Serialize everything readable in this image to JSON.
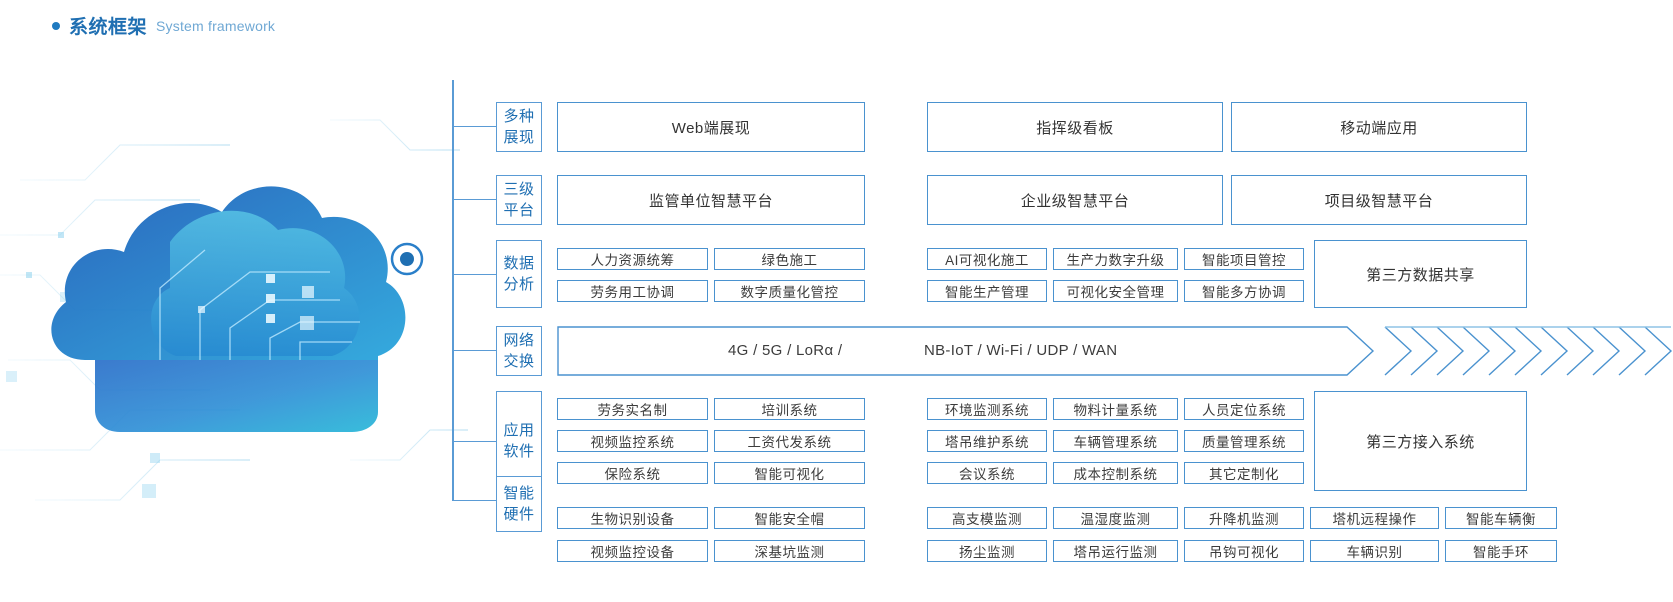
{
  "heading": {
    "zh": "系统框架",
    "en": "System framework",
    "bullet": "bullet-dot",
    "accent": "#1f6fb2"
  },
  "colors": {
    "accent": "#1f6fb2",
    "border": "#4a92cf",
    "spine": "#5a9bd5",
    "text": "#3c3c3c"
  },
  "rows": [
    {
      "id": "presentation",
      "category": "多种\n展现",
      "cat_line1": "多种",
      "cat_line2": "展现",
      "boxes": [
        "Web端展现",
        "指挥级看板",
        "移动端应用"
      ]
    },
    {
      "id": "three-tier-platform",
      "cat_line1": "三级",
      "cat_line2": "平台",
      "boxes": [
        "监管单位智慧平台",
        "企业级智慧平台",
        "项目级智慧平台"
      ]
    },
    {
      "id": "data-analysis",
      "cat_line1": "数据",
      "cat_line2": "分析",
      "left_grid": [
        [
          "人力资源统筹",
          "绿色施工"
        ],
        [
          "劳务用工协调",
          "数字质量化管控"
        ]
      ],
      "right_grid": [
        [
          "AI可视化施工",
          "生产力数字升级",
          "智能项目管控"
        ],
        [
          "智能生产管理",
          "可视化安全管理",
          "智能多方协调"
        ]
      ],
      "tail_box": "第三方数据共享"
    },
    {
      "id": "network-exchange",
      "cat_line1": "网络",
      "cat_line2": "交换",
      "net_text_left": "4G / 5G / LoRα /",
      "net_text_right": "NB-IoT / Wi-Fi / UDP / WAN",
      "chevron_count": 11
    },
    {
      "id": "application-software",
      "cat_line1": "应用",
      "cat_line2": "软件",
      "left_grid": [
        [
          "劳务实名制",
          "培训系统"
        ],
        [
          "视频监控系统",
          "工资代发系统"
        ],
        [
          "保险系统",
          "智能可视化"
        ]
      ],
      "right_grid": [
        [
          "环境监测系统",
          "物料计量系统",
          "人员定位系统"
        ],
        [
          "塔吊维护系统",
          "车辆管理系统",
          "质量管理系统"
        ],
        [
          "会议系统",
          "成本控制系统",
          "其它定制化"
        ]
      ],
      "tail_box": "第三方接入系统"
    },
    {
      "id": "smart-hardware",
      "cat_line1": "智能",
      "cat_line2": "硬件",
      "left_grid": [
        [
          "生物识别设备",
          "智能安全帽"
        ],
        [
          "视频监控设备",
          "深基坑监测"
        ]
      ],
      "right_grid": [
        [
          "高支模监测",
          "温湿度监测",
          "升降机监测",
          "塔机远程操作",
          "智能车辆衡"
        ],
        [
          "扬尘监测",
          "塔吊运行监测",
          "吊钩可视化",
          "车辆识别",
          "智能手环"
        ]
      ]
    }
  ]
}
